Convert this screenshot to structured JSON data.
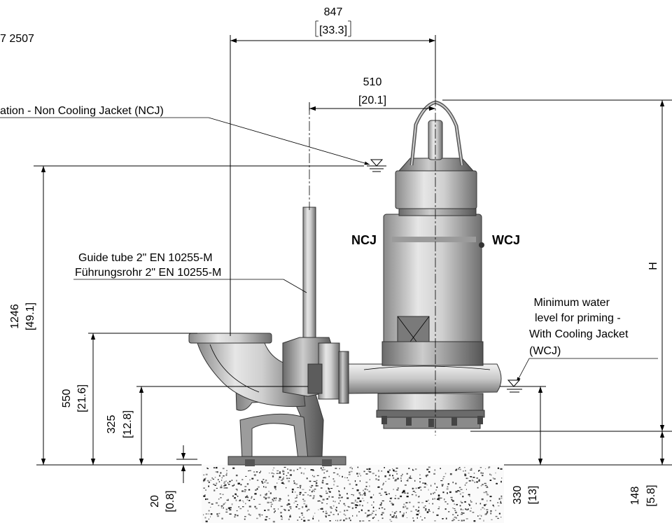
{
  "drawing": {
    "doc_code": "7 2507",
    "labels": {
      "ncj_callout": "ation - Non Cooling Jacket (NCJ)",
      "guide_tube_en": "Guide tube 2\" EN 10255-M",
      "guide_tube_de": "Führungsrohr 2\" EN 10255-M",
      "ncj": "NCJ",
      "wcj": "WCJ",
      "min_water_1": " Minimum water",
      "min_water_2": "level for priming -",
      "min_water_3": "With Cooling Jacket",
      "min_water_4": "(WCJ)",
      "height": "H"
    },
    "dimensions": {
      "d847": {
        "mm": "847",
        "inch": "[33.3]"
      },
      "d510": {
        "mm": "510",
        "inch": "[20.1]"
      },
      "d1246": {
        "mm": "1246",
        "inch": "[49.1]"
      },
      "d550": {
        "mm": "550",
        "inch": "[21.6]"
      },
      "d325": {
        "mm": "325",
        "inch": "[12.8]"
      },
      "d20": {
        "mm": "20",
        "inch": "[0.8]"
      },
      "d330": {
        "mm": "330",
        "inch": "[13]"
      },
      "d148": {
        "mm": "148",
        "inch": "[5.8]"
      }
    }
  }
}
